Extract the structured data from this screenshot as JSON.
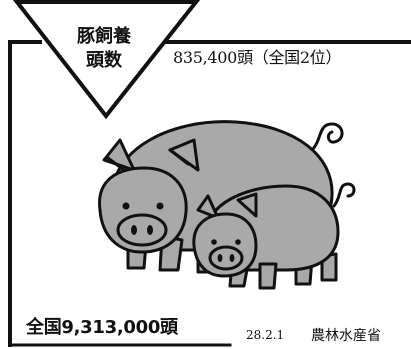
{
  "infographic": {
    "title_line_1": "豚飼養",
    "title_line_2": "頭数",
    "prefecture_count": "835,400頭（全国2位）",
    "national_count": "全国9,313,000頭",
    "source_date": "28.2.1",
    "source_org": "農林水産省"
  },
  "colors": {
    "pig_body": "#a9a9a9",
    "pig_shade": "#8a8a8a",
    "outline": "#111111",
    "background": "#ffffff"
  },
  "icons": [
    "pig-icon",
    "triangle-banner"
  ]
}
